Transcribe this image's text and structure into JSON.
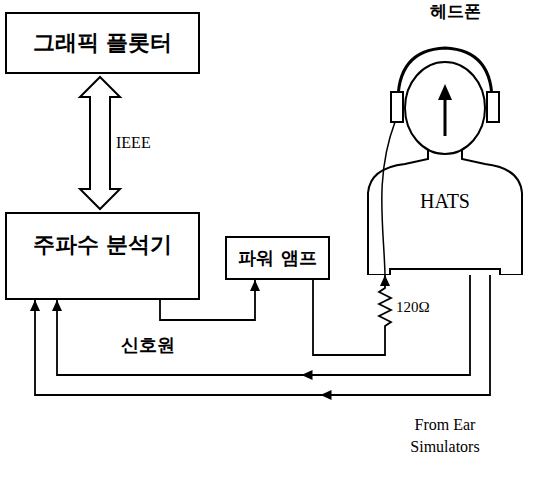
{
  "diagram": {
    "nodes": [
      {
        "text": [
          "그래픽 플롯터"
        ]
      },
      {
        "text": [
          "주파수 분석기"
        ]
      },
      {
        "text": [
          "파워 앰프"
        ]
      },
      {
        "text": [
          "HATS"
        ]
      }
    ],
    "edges": [
      {
        "from": 0,
        "to": 1,
        "arrow": "both",
        "label": "IEEE"
      },
      {
        "from": 1,
        "to": 2,
        "arrow": "to",
        "label": "신호원"
      },
      {
        "from": 2,
        "to": 3,
        "arrow": "to",
        "label": "120Ω"
      },
      {
        "from": 3,
        "to": 1,
        "arrow": "to"
      },
      {
        "from": 3,
        "to": 1,
        "arrow": "to"
      }
    ],
    "labels": [
      "헤드폰",
      "From Ear Simulators"
    ]
  }
}
